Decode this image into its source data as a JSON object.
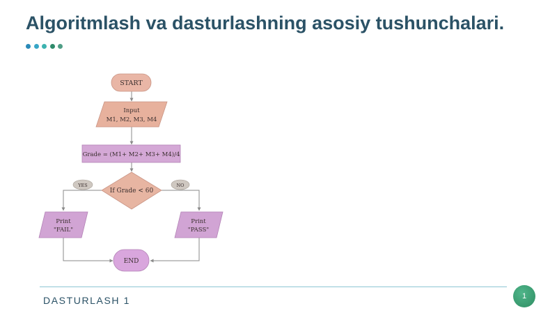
{
  "slide": {
    "title": "Algoritmlash va dasturlashning asosiy tushunchalari.",
    "footer": "DASTURLASH 1",
    "page_number": "1",
    "accent_dots": [
      "#2a8ab8",
      "#37a6c7",
      "#3db3b0",
      "#2e8a6a",
      "#4f9e86"
    ]
  },
  "flowchart": {
    "start": "START",
    "input_line1": "Input",
    "input_line2": "M1, M2, M3, M4",
    "process": "Grade = (M1+ M2+ M3+ M4)/4",
    "decision": "If Grade  <  60",
    "yes_label": "YES",
    "no_label": "NO",
    "print_fail_line1": "Print",
    "print_fail_line2": "\"FAIL\"",
    "print_pass_line1": "Print",
    "print_pass_line2": "\"PASS\"",
    "end": "END"
  },
  "colors": {
    "start_fill": "#e9b6a6",
    "input_fill": "#e7b19d",
    "process_fill": "#d4a8d6",
    "decision_fill": "#e7b5a2",
    "print_fill": "#d1a4d4",
    "end_fill": "#d9a6dd",
    "label_fill": "#cfc8c1",
    "connector": "#8a8a8a"
  }
}
